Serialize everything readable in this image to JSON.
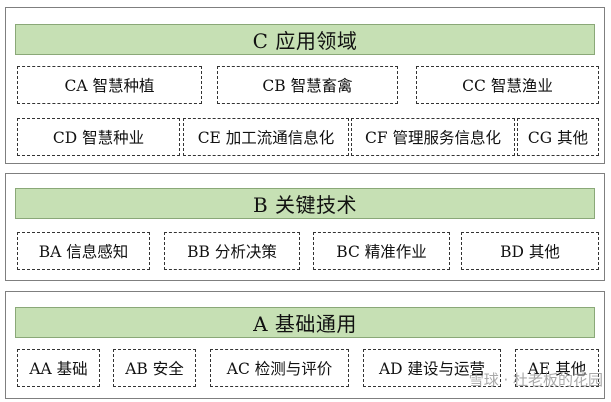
{
  "layers": {
    "c": {
      "title": "C 应用领域",
      "row1": [
        "CA 智慧种植",
        "CB 智慧畜禽",
        "CC 智慧渔业"
      ],
      "row2": [
        "CD 智慧种业",
        "CE 加工流通信息化",
        "CF 管理服务信息化",
        "CG 其他"
      ]
    },
    "b": {
      "title": "B 关键技术",
      "items": [
        "BA 信息感知",
        "BB 分析决策",
        "BC 精准作业",
        "BD 其他"
      ]
    },
    "a": {
      "title": "A 基础通用",
      "items": [
        "AA 基础",
        "AB 安全",
        "AC 检测与评价",
        "AD 建设与运营",
        "AE 其他"
      ]
    }
  },
  "watermark": "雪球 · 杜老板的花园",
  "colors": {
    "header_fill": "#c6e0b4",
    "frame": "#7f7f7f",
    "dash": "#333333"
  }
}
